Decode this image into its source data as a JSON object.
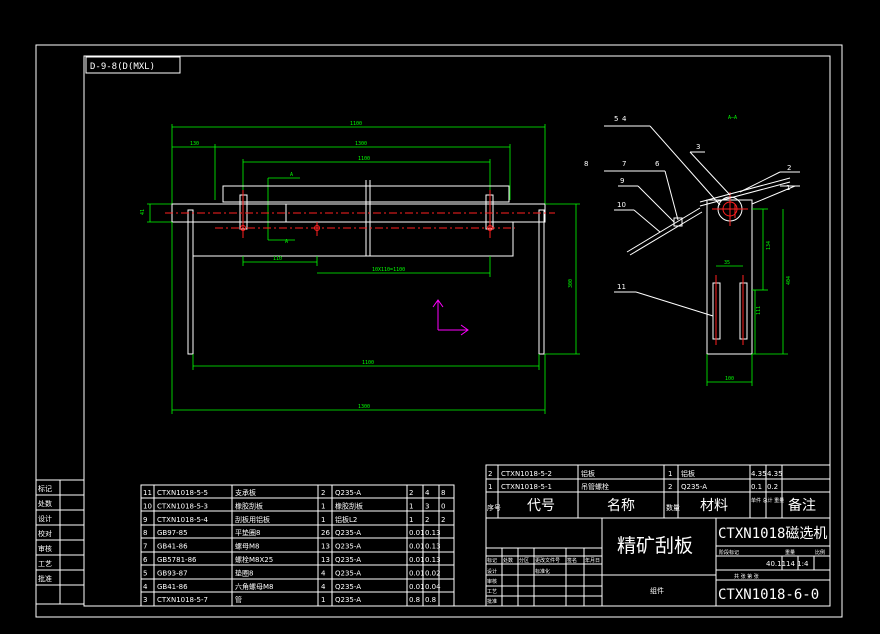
{
  "drawing": {
    "code_box": "D-9-8(D(MXL)",
    "part_title": "精矿刮板",
    "machine_title": "CTXN1018磁选机",
    "drawing_number": "CTXN1018-6-0",
    "assembly_label": "组件",
    "section_label": "A—A",
    "section_marker": "A"
  },
  "dimensions": {
    "top_overall": "1100",
    "top_left": "130",
    "top_inner": "1300",
    "top_center": "1100",
    "left_height": "41",
    "bolt_spacing": "110",
    "hole_spacing": "10X110=1100",
    "right_height": "300",
    "bottom_inner": "1100",
    "bottom_overall": "1300",
    "side_upper": "134",
    "side_total": "404",
    "side_lower": "111",
    "side_width": "100",
    "slot_width": "35"
  },
  "balloons": [
    "1",
    "2",
    "3",
    "4",
    "5",
    "6",
    "7",
    "8",
    "9",
    "10",
    "11"
  ],
  "left_strip": [
    "标记",
    "处数",
    "设计",
    "校对",
    "审核",
    "工艺",
    "批准"
  ],
  "bom": [
    {
      "no": "11",
      "code": "CTXN1018-5-5",
      "name": "支承板",
      "qty": "2",
      "mat": "Q235-A",
      "w1": "2",
      "w2": "4",
      "w3": "8"
    },
    {
      "no": "10",
      "code": "CTXN1018-5-3",
      "name": "橡胶刮板",
      "qty": "1",
      "mat": "橡胶刮板",
      "w1": "1",
      "w2": "3",
      "w3": "0"
    },
    {
      "no": "9",
      "code": "CTXN1018-5-4",
      "name": "刮板用铝板",
      "qty": "1",
      "mat": "铝板L2",
      "w1": "1",
      "w2": "2",
      "w3": "2"
    },
    {
      "no": "8",
      "code": "GB97-85",
      "name": "平垫圈8",
      "qty": "26",
      "mat": "Q235-A",
      "w1": "0.01",
      "w2": "0.13",
      "w3": ""
    },
    {
      "no": "7",
      "code": "GB41-86",
      "name": "螺母M8",
      "qty": "13",
      "mat": "Q235-A",
      "w1": "0.01",
      "w2": "0.13",
      "w3": ""
    },
    {
      "no": "6",
      "code": "GB5781-86",
      "name": "螺栓M8X25",
      "qty": "13",
      "mat": "Q235-A",
      "w1": "0.01",
      "w2": "0.13",
      "w3": ""
    },
    {
      "no": "5",
      "code": "GB93-87",
      "name": "垫圈8",
      "qty": "4",
      "mat": "Q235-A",
      "w1": "0.01",
      "w2": "0.02",
      "w3": ""
    },
    {
      "no": "4",
      "code": "GB41-86",
      "name": "六角螺母M8",
      "qty": "4",
      "mat": "Q235-A",
      "w1": "0.01",
      "w2": "0.04",
      "w3": ""
    },
    {
      "no": "3",
      "code": "CTXN1018-5-7",
      "name": "管",
      "qty": "1",
      "mat": "Q235-A",
      "w1": "0.8",
      "w2": "0.8",
      "w3": ""
    }
  ],
  "bom_top": [
    {
      "no": "2",
      "code": "CTXN1018-5-2",
      "name": "铝板",
      "qty": "1",
      "mat": "铝板",
      "w1": "4.35",
      "w2": "4.35"
    },
    {
      "no": "1",
      "code": "CTXN1018-5-1",
      "name": "吊管螺栓",
      "qty": "2",
      "mat": "Q235-A",
      "w1": "0.1",
      "w2": "0.2"
    }
  ],
  "bom_header": {
    "no": "序号",
    "code": "代号",
    "name": "名称",
    "qty": "数量",
    "mat": "材料",
    "weight": "单件 总计 重量",
    "remark": "备注"
  },
  "title_block": {
    "scale_values": "40.1114 1:4",
    "sheet_row": "共 张 第 张",
    "row_labels": [
      "标记",
      "处数",
      "分区",
      "更改文件号",
      "签名",
      "年月日"
    ],
    "sign_labels": [
      "设计",
      "标准化",
      "阶段标记",
      "重量",
      "比例"
    ],
    "audit_labels": [
      "审核",
      "工艺",
      "批准"
    ]
  },
  "colors": {
    "background": "#000000",
    "lines": "#ffffff",
    "dims": "#00ff00",
    "center": "#ff2020",
    "ucs": "#ff00ff"
  }
}
